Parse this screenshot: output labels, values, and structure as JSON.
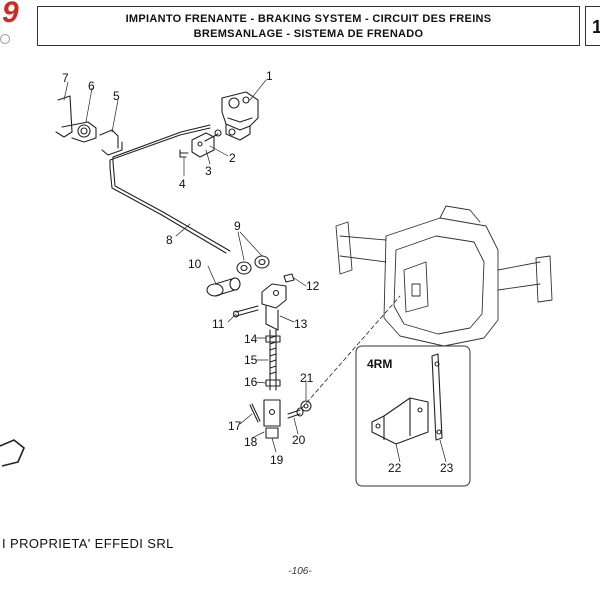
{
  "header": {
    "logo_glyph": "9",
    "title_line1": "IMPIANTO FRENANTE - BRAKING SYSTEM - CIRCUIT DES FREINS",
    "title_line2": "BREMSANLAGE - SISTEMA DE FRENADO",
    "section_tab": "1"
  },
  "diagram": {
    "callouts": [
      "1",
      "2",
      "3",
      "4",
      "5",
      "6",
      "7",
      "8",
      "9",
      "10",
      "11",
      "12",
      "13",
      "14",
      "15",
      "16",
      "17",
      "18",
      "19",
      "20",
      "21",
      "22",
      "23"
    ],
    "inset_label": "4RM"
  },
  "footer": {
    "copyright": "I PROPRIETA' EFFEDI SRL",
    "page_number": "-106-"
  }
}
